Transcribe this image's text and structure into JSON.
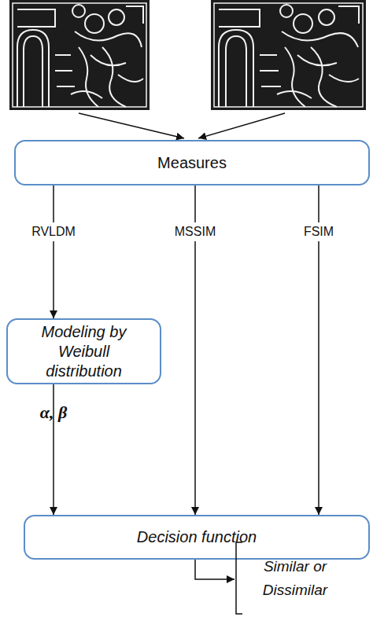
{
  "diagram": {
    "nodes": [
      {
        "text": [
          "Measures"
        ]
      },
      {
        "text": [
          "Modeling by Weibull distribution"
        ]
      },
      {
        "text": [
          "Decision function"
        ]
      },
      {
        "text": [
          "Similar or Dissimilar"
        ]
      }
    ],
    "edges": [
      {
        "from": 0,
        "to": 1,
        "arrow": "to",
        "label": "RVLDM"
      },
      {
        "from": 0,
        "to": 2,
        "arrow": "to",
        "label": "MSSIM"
      },
      {
        "from": 0,
        "to": 2,
        "arrow": "to",
        "label": "FSIM"
      },
      {
        "from": 1,
        "to": 2,
        "arrow": "to",
        "label": "α, β"
      },
      {
        "from": 2,
        "to": 3,
        "arrow": "to"
      }
    ]
  }
}
